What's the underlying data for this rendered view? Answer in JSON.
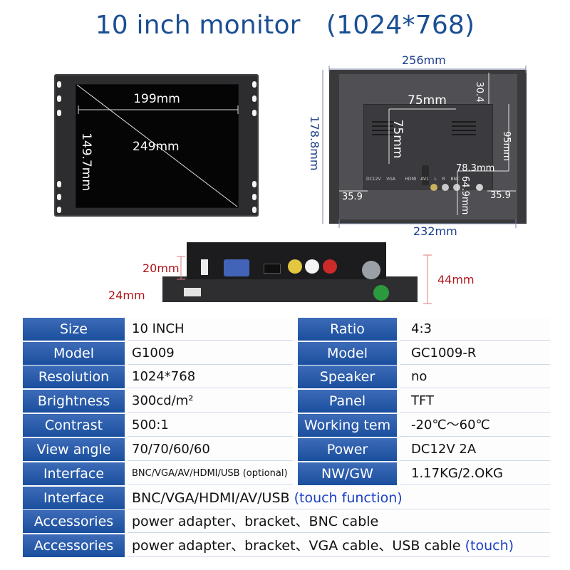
{
  "title": "10 inch monitor　(1024*768)",
  "front_view": {
    "width_dim": "199mm",
    "height_dim": "149.7mm",
    "diagonal_dim": "249mm"
  },
  "back_view": {
    "top_width_dim": "256mm",
    "left_height_dim": "178.8mm",
    "vesa_h_dim": "75mm",
    "vesa_v_dim": "75mm",
    "top_offset_dim": "30.4",
    "right_dim": "95mm",
    "inner_width_dim": "78.3mm",
    "inner_height_dim": "64.9mm",
    "left_margin_dim": "35.9",
    "right_margin_dim": "35.9",
    "bottom_width_dim": "232mm",
    "port_labels": [
      "DC12V",
      "VGA",
      "HDMI",
      "AV1",
      "L",
      "R",
      "BNC"
    ]
  },
  "side_view": {
    "depth_front_dim": "20mm",
    "depth_back_dim": "24mm",
    "total_depth_dim": "44mm"
  },
  "specs_two_col": [
    {
      "l_label": "Size",
      "l_value": "10 INCH",
      "r_label": "Ratio",
      "r_value": "4:3"
    },
    {
      "l_label": "Model",
      "l_value": "G1009",
      "r_label": "Model",
      "r_value": "GC1009-R"
    },
    {
      "l_label": "Resolution",
      "l_value": "1024*768",
      "r_label": "Speaker",
      "r_value": "no"
    },
    {
      "l_label": "Brightness",
      "l_value": "300cd/m²",
      "r_label": "Panel",
      "r_value": "TFT"
    },
    {
      "l_label": "Contrast",
      "l_value": "500:1",
      "r_label": "Working tem",
      "r_value": "-20℃～60℃"
    },
    {
      "l_label": "View angle",
      "l_value": "70/70/60/60",
      "r_label": "Power",
      "r_value": "DC12V  2A"
    },
    {
      "l_label": "Interface",
      "l_value": "BNC/VGA/AV/HDMI/USB (optional)",
      "r_label": "NW/GW",
      "r_value": "1.17KG/2.OKG"
    }
  ],
  "specs_wide": [
    {
      "label": "Interface",
      "value": "BNC/VGA/HDMI/AV/USB ",
      "highlight": "(touch function)"
    },
    {
      "label": "Accessories",
      "value": "power adapter、bracket、BNC cable",
      "highlight": ""
    },
    {
      "label": "Accessories",
      "value": "power adapter、bracket、VGA cable、USB cable ",
      "highlight": "(touch)"
    }
  ],
  "colors": {
    "title_blue": "#1b4f93",
    "label_blue": "#1a4f9e",
    "highlight_blue": "#1a3fc4",
    "dimension_red": "#b0151b"
  }
}
